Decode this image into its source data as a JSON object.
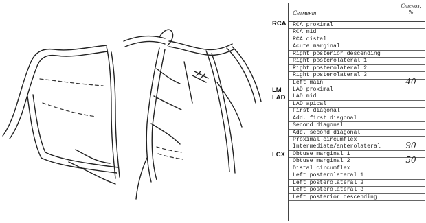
{
  "table": {
    "header": {
      "segment": "Сегмент",
      "stenosis_line1": "Стеноз,",
      "stenosis_line2": "%"
    },
    "groups": [
      {
        "label": "RCA",
        "row": 0
      },
      {
        "label": "LM",
        "row": 8
      },
      {
        "label": "LAD",
        "row": 9
      },
      {
        "label": "LCX",
        "row": 17
      }
    ],
    "rows": [
      {
        "segment": "RCA proximal",
        "stenosis": ""
      },
      {
        "segment": "RCA mid",
        "stenosis": ""
      },
      {
        "segment": "RCA distal",
        "stenosis": ""
      },
      {
        "segment": "Acute marginal",
        "stenosis": ""
      },
      {
        "segment": "Right posterior descending",
        "stenosis": ""
      },
      {
        "segment": "Right posterolateral 1",
        "stenosis": ""
      },
      {
        "segment": "Right posterolateral 2",
        "stenosis": ""
      },
      {
        "segment": "Right posterolateral 3",
        "stenosis": ""
      },
      {
        "segment": "Left main",
        "stenosis": "40"
      },
      {
        "segment": "LAD proximal",
        "stenosis": ""
      },
      {
        "segment": "LAD mid",
        "stenosis": ""
      },
      {
        "segment": "LAD apical",
        "stenosis": ""
      },
      {
        "segment": "First diagonal",
        "stenosis": ""
      },
      {
        "segment": "Add. first diagonal",
        "stenosis": ""
      },
      {
        "segment": "Second diagonal",
        "stenosis": ""
      },
      {
        "segment": "Add. second diagonal",
        "stenosis": ""
      },
      {
        "segment": "Proximal circumflex",
        "stenosis": ""
      },
      {
        "segment": "Intermediate/anterolateral",
        "stenosis": "90"
      },
      {
        "segment": "Obtuse marginal 1",
        "stenosis": ""
      },
      {
        "segment": "Obtuse marginal 2",
        "stenosis": "50"
      },
      {
        "segment": "Distal circumflex",
        "stenosis": ""
      },
      {
        "segment": "Left posterolateral 1",
        "stenosis": ""
      },
      {
        "segment": "Left posterolateral 2",
        "stenosis": ""
      },
      {
        "segment": "Left posterolateral 3",
        "stenosis": ""
      },
      {
        "segment": "Left posterior descending",
        "stenosis": ""
      }
    ]
  }
}
